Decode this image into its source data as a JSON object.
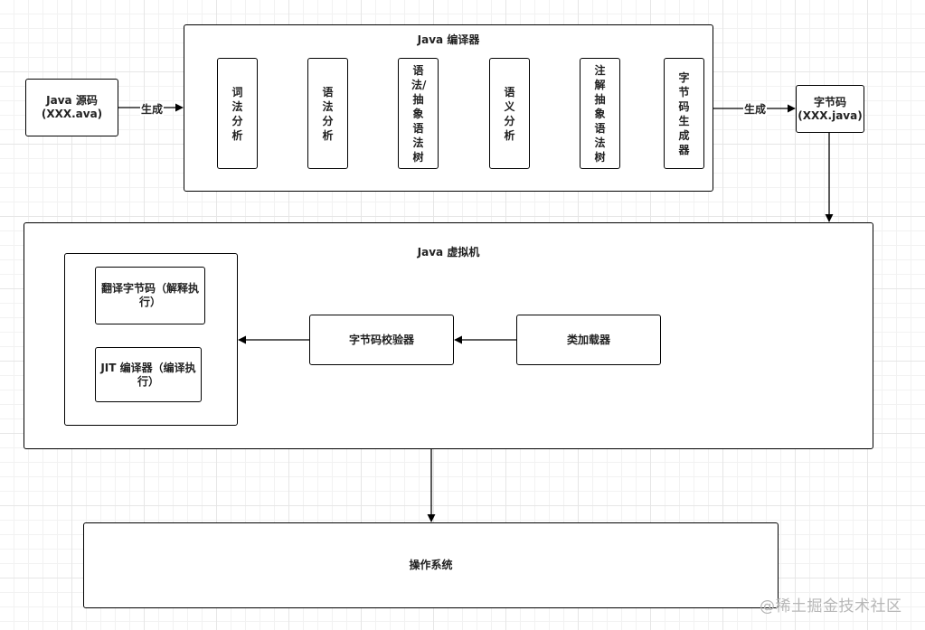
{
  "source": {
    "label": "Java 源码(XXX.ava)"
  },
  "edge_generate_1": "生成",
  "edge_generate_2": "生成",
  "compiler": {
    "title": "Java 编译器",
    "stages": [
      {
        "label": "词法分析"
      },
      {
        "label": "语法分析"
      },
      {
        "label": "语法/抽象语法树"
      },
      {
        "label": "语义分析"
      },
      {
        "label": "注解抽象语法树"
      },
      {
        "label": "字节码生成器"
      }
    ]
  },
  "bytecode": {
    "label": "字节码(XXX.java)"
  },
  "jvm": {
    "title": "Java 虚拟机",
    "interpreter": "翻译字节码（解释执行）",
    "jit": "JIT 编译器（编译执行）",
    "verifier": "字节码校验器",
    "classloader": "类加载器"
  },
  "os": {
    "label": "操作系统"
  },
  "watermark": "@稀土掘金技术社区",
  "colors": {
    "stroke": "#000000",
    "grid": "#e6e6e6",
    "watermark": "#b7b7b7"
  }
}
